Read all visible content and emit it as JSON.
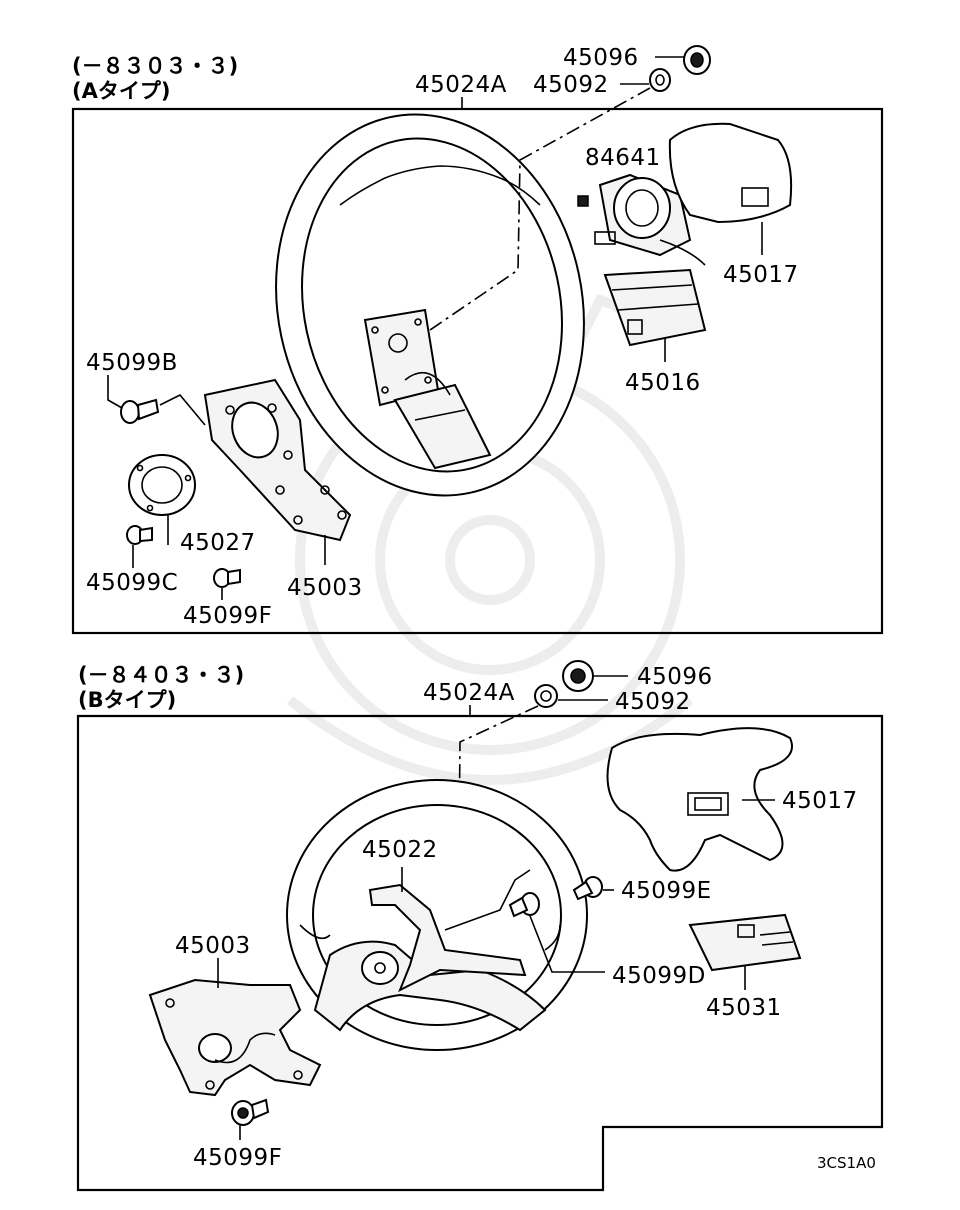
{
  "section_a": {
    "code": "(－８３０３・３)",
    "type": "(Aタイプ)",
    "parts": {
      "p45024A": "45024A",
      "p45096": "45096",
      "p45092": "45092",
      "p84641": "84641",
      "p45017": "45017",
      "p45016": "45016",
      "p45099B": "45099B",
      "p45027": "45027",
      "p45099C": "45099C",
      "p45003": "45003",
      "p45099F": "45099F"
    }
  },
  "section_b": {
    "code": "(－８４０３・３)",
    "type": "(Bタイプ)",
    "parts": {
      "p45024A": "45024A",
      "p45096": "45096",
      "p45092": "45092",
      "p45017": "45017",
      "p45022": "45022",
      "p45099E": "45099E",
      "p45003": "45003",
      "p45099D": "45099D",
      "p45031": "45031",
      "p45099F": "45099F"
    }
  },
  "reference_code": "3CS1A0"
}
